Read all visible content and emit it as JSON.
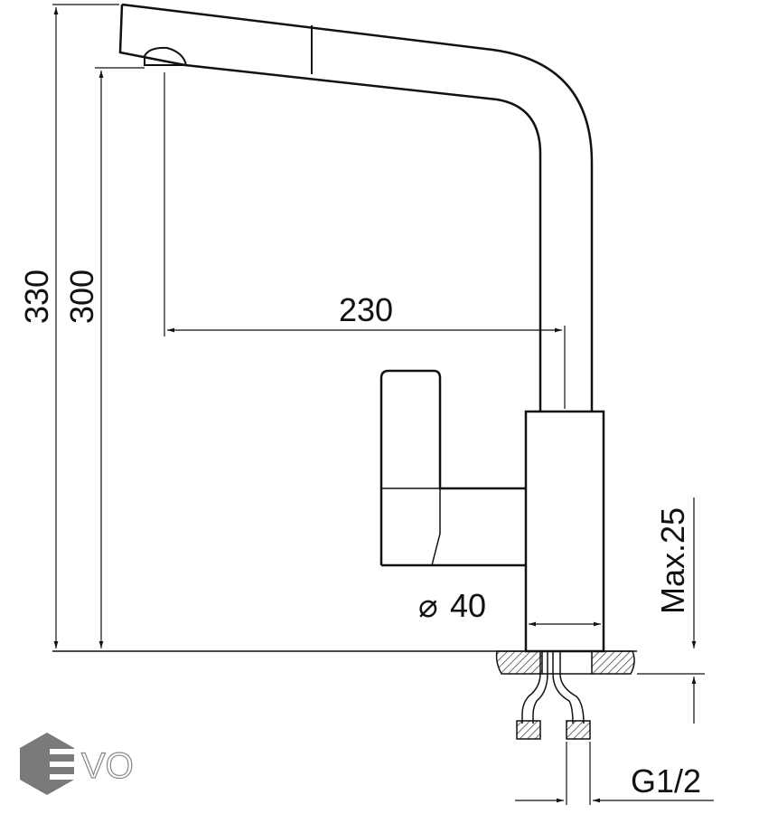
{
  "dimensions": {
    "total_height": "330",
    "spout_height": "300",
    "spout_reach": "230",
    "base_diameter": "40",
    "base_diameter_symbol": "⌀",
    "max_counter_thickness": "Max.25",
    "connection_thread": "G1/2"
  },
  "logo": {
    "text": "EVO",
    "color": "#7a7a7a"
  },
  "colors": {
    "line": "#111111"
  }
}
